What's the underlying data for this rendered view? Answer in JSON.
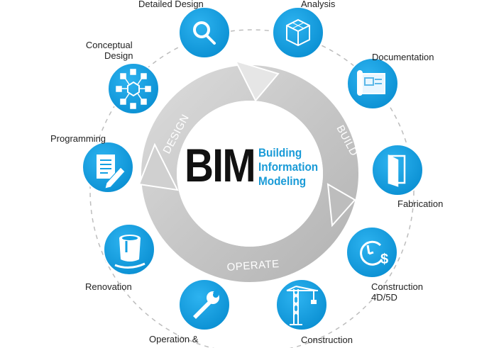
{
  "center": {
    "abbr": "BIM",
    "line1": "Building",
    "line2": "Information",
    "line3": "Modeling"
  },
  "cycle": {
    "design": "DESIGN",
    "build": "BUILD",
    "operate": "OPERATE"
  },
  "nodes": {
    "detailed_design": "Detailed Design",
    "analysis": "Analysis",
    "documentation": "Documentation",
    "conceptual_design_1": "Conceptual",
    "conceptual_design_2": "Design",
    "programming": "Programming",
    "fabrication": "Fabrication",
    "renovation": "Renovation",
    "construction_4d5d_1": "Construction",
    "construction_4d5d_2": "4D/5D",
    "operation_maintenance": "Operation &",
    "construction": "Construction"
  },
  "icons": {
    "detailed_design": "magnifier-icon",
    "analysis": "cube-icon",
    "documentation": "blueprint-icon",
    "conceptual_design": "network-icon",
    "programming": "document-pen-icon",
    "fabrication": "door-icon",
    "renovation": "paint-bucket-icon",
    "construction_4d5d": "clock-dollar-icon",
    "operation_maintenance": "wrench-icon",
    "construction": "crane-icon"
  },
  "colors": {
    "node_blue": "#119fe3",
    "ring_grey": "#c8c8c8",
    "title_blue": "#1a9bd7"
  }
}
